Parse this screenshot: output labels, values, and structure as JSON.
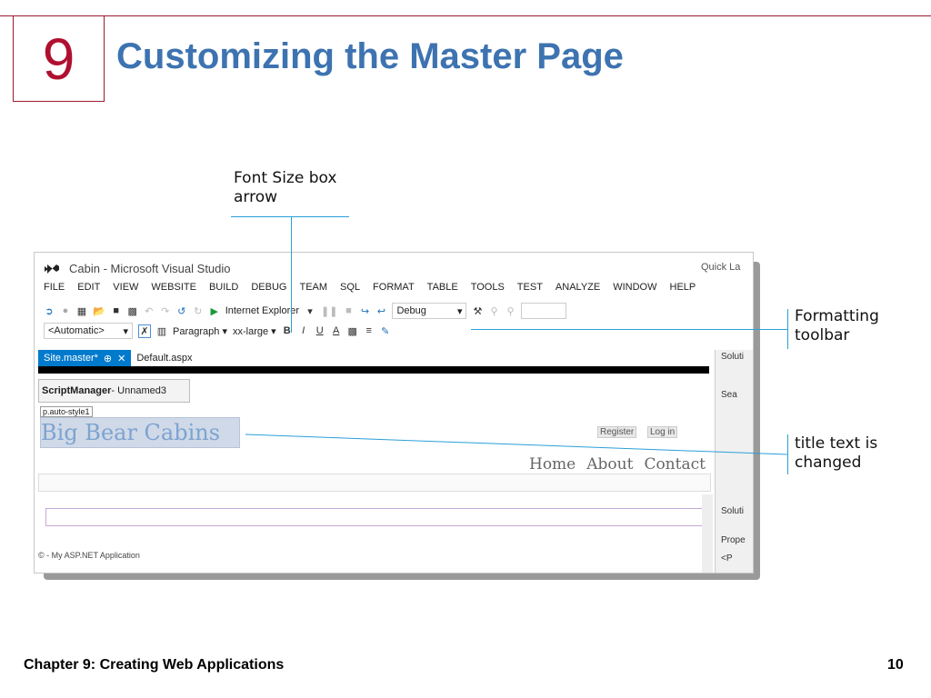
{
  "slide": {
    "chapter_number": "9",
    "title": "Customizing the Master Page",
    "footer_left": "Chapter 9: Creating Web Applications",
    "footer_right": "10"
  },
  "screenshot": {
    "window_title": "Cabin - Microsoft Visual Studio",
    "quick_launch": "Quick La",
    "menu": [
      "FILE",
      "EDIT",
      "VIEW",
      "WEBSITE",
      "BUILD",
      "DEBUG",
      "TEAM",
      "SQL",
      "FORMAT",
      "TABLE",
      "TOOLS",
      "TEST",
      "ANALYZE",
      "WINDOW",
      "HELP"
    ],
    "toolbar1": {
      "run_target": "Internet Explorer",
      "configuration": "Debug"
    },
    "toolbar2": {
      "style_combo": "<Automatic>",
      "block_format": "Paragraph",
      "font_size": "xx-large",
      "bold": "B",
      "italic": "I",
      "underline": "U",
      "font_color": "A"
    },
    "tabs": [
      {
        "label": "Site.master*",
        "pin": "⊕",
        "close": "✕"
      },
      {
        "label": "Default.aspx"
      }
    ],
    "editor": {
      "script_manager_bold": "ScriptManager",
      "script_manager_rest": " - Unnamed3",
      "tag_badge": "p.auto-style1",
      "site_title": "Big Bear Cabins",
      "register": "Register",
      "login": "Log in",
      "nav": [
        "Home",
        "About",
        "Contact"
      ],
      "status": "© - My ASP.NET Application"
    },
    "side_panel": [
      "Soluti",
      "Sea",
      "Soluti",
      "Prope",
      "<P"
    ]
  },
  "callouts": {
    "font_size": "Font Size box\narrow",
    "formatting_toolbar": "Formatting\ntoolbar",
    "title_changed": "title text is\nchanged"
  },
  "colors": {
    "accent_red": "#9c1a30",
    "title_blue": "#3d73b0",
    "vs_blue": "#007acc",
    "callout_line": "#2a9fd8"
  }
}
